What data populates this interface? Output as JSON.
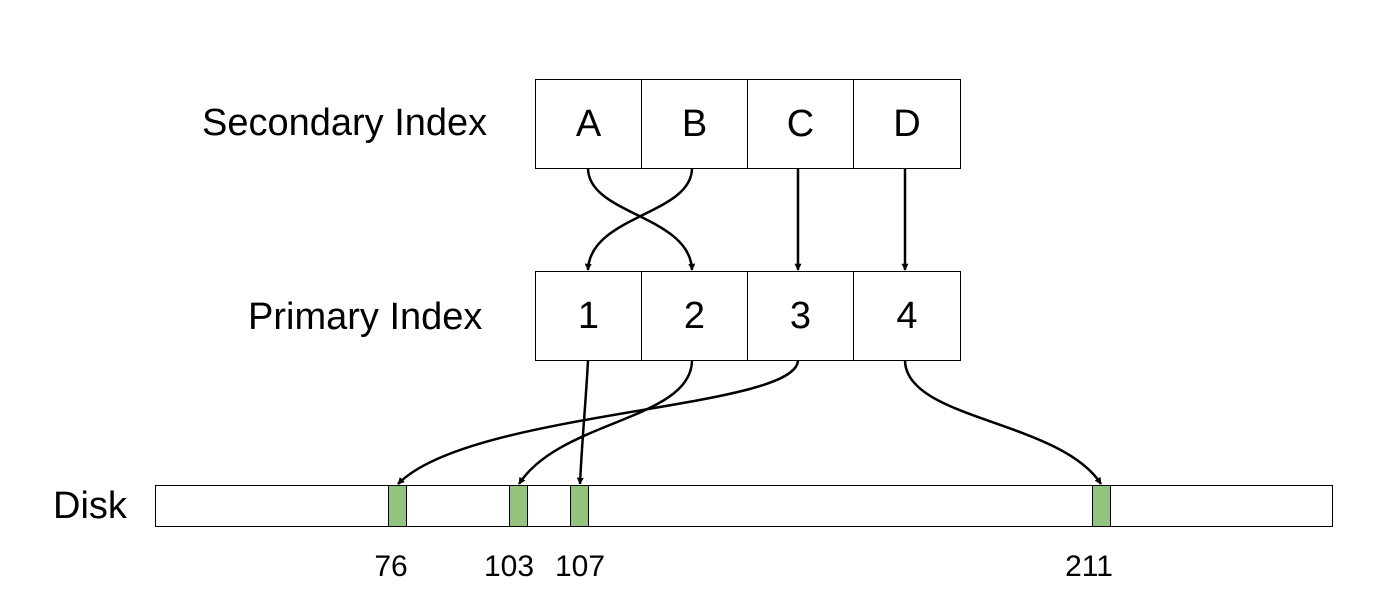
{
  "secondary_index": {
    "label": "Secondary Index",
    "cells": [
      "A",
      "B",
      "C",
      "D"
    ]
  },
  "primary_index": {
    "label": "Primary Index",
    "cells": [
      "1",
      "2",
      "3",
      "4"
    ]
  },
  "disk": {
    "label": "Disk",
    "block_color": "#93c47d",
    "blocks": [
      {
        "label": "76"
      },
      {
        "label": "103"
      },
      {
        "label": "107"
      },
      {
        "label": "211"
      }
    ]
  },
  "arrows": [
    {
      "from": "A",
      "to": "2"
    },
    {
      "from": "B",
      "to": "1"
    },
    {
      "from": "C",
      "to": "3"
    },
    {
      "from": "D",
      "to": "4"
    },
    {
      "from": "1",
      "to": "107"
    },
    {
      "from": "2",
      "to": "103"
    },
    {
      "from": "3",
      "to": "76"
    },
    {
      "from": "4",
      "to": "211"
    }
  ]
}
